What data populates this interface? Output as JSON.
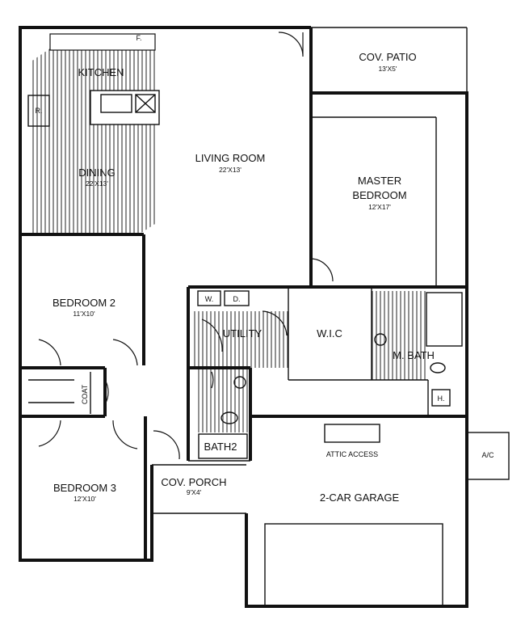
{
  "rooms": {
    "kitchen": {
      "name": "KITCHEN"
    },
    "dining": {
      "name": "DINING",
      "size": "22'X13'"
    },
    "living": {
      "name": "LIVING ROOM",
      "size": "22'X13'"
    },
    "patio": {
      "name": "COV. PATIO",
      "size": "13'X5'"
    },
    "master": {
      "name_line1": "MASTER",
      "name_line2": "BEDROOM",
      "size": "12'X17'"
    },
    "bedroom2": {
      "name": "BEDROOM 2",
      "size": "11'X10'"
    },
    "utility": {
      "name": "UTILITY"
    },
    "wic": {
      "name": "W.I.C"
    },
    "mbath": {
      "name": "M. BATH"
    },
    "coat": {
      "name": "COAT"
    },
    "bath2": {
      "name": "BATH2"
    },
    "bedroom3": {
      "name": "BEDROOM 3",
      "size": "12'X10'"
    },
    "porch": {
      "name": "COV. PORCH",
      "size": "9'X4'"
    },
    "garage": {
      "name": "2-CAR GARAGE"
    },
    "attic": {
      "name": "ATTIC ACCESS"
    },
    "ac": {
      "name": "A/C"
    }
  },
  "fixtures": {
    "refrigerator": "R.",
    "freezer": "F.",
    "washer": "W.",
    "dryer": "D.",
    "heater": "H."
  },
  "colors": {
    "line": "#111111",
    "background": "#ffffff"
  }
}
